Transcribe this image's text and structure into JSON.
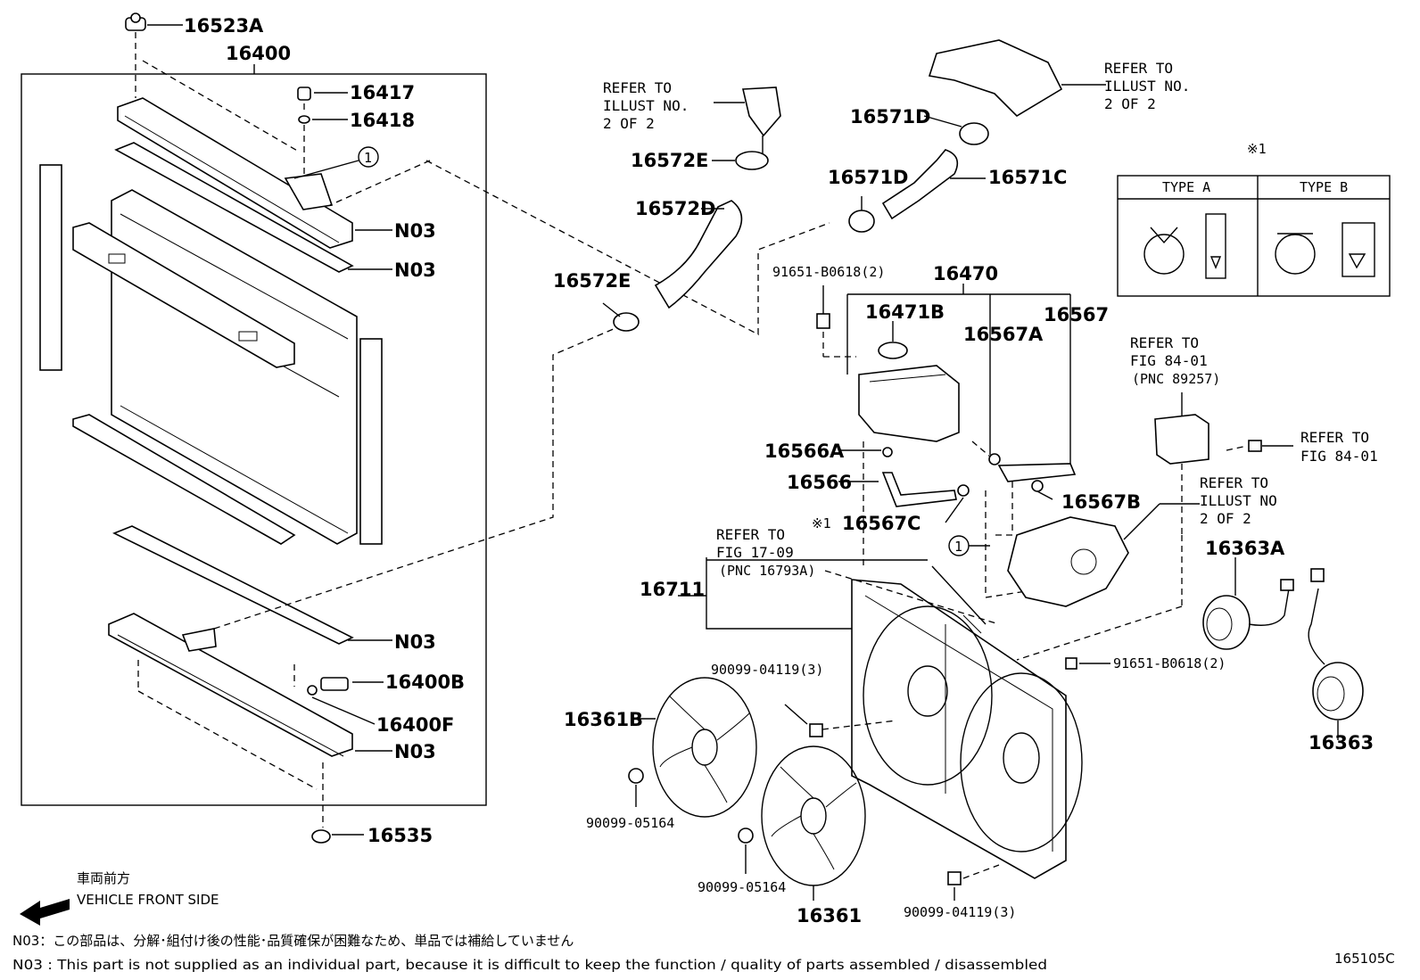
{
  "labels": {
    "p16523A": "16523A",
    "p16400": "16400",
    "p16417": "16417",
    "p16418": "16418",
    "n03a": "N03",
    "n03b": "N03",
    "n03c": "N03",
    "n03d": "N03",
    "p16400B": "16400B",
    "p16400F": "16400F",
    "p16535": "16535",
    "p16572E_top": "16572E",
    "p16572D": "16572D",
    "p16572E_mid": "16572E",
    "p16571D_top": "16571D",
    "p16571D_mid": "16571D",
    "p16571C": "16571C",
    "p91651_top": "91651-B0618(2)",
    "p16470": "16470",
    "p16471B": "16471B",
    "p16567A": "16567A",
    "p16567": "16567",
    "p16566A": "16566A",
    "p16566": "16566",
    "p16567C": "16567C",
    "p16567B": "16567B",
    "p16711": "16711",
    "p16363A": "16363A",
    "p16363": "16363",
    "p91651_right": "91651-B0618(2)",
    "p90099_04119_top": "90099-04119(3)",
    "p16361B": "16361B",
    "p90099_05164_left": "90099-05164",
    "p90099_05164_mid": "90099-05164",
    "p16361": "16361",
    "p90099_04119_bottom": "90099-04119(3)",
    "callout_1": "1",
    "callout_2": "1"
  },
  "refs": {
    "illust_left": [
      "REFER TO",
      "ILLUST NO.",
      "2 OF 2"
    ],
    "illust_right": [
      "REFER TO",
      "ILLUST NO.",
      "2 OF 2"
    ],
    "fig_84_box": [
      "REFER TO",
      "FIG 84-01",
      "(PNC 89257)"
    ],
    "fig_84_right": [
      "REFER TO",
      "FIG 84-01"
    ],
    "illust_mid": [
      "REFER TO",
      "ILLUST NO",
      "2 OF 2"
    ],
    "fig_17": [
      "REFER TO",
      "FIG 17-09",
      "(PNC 16793A)"
    ]
  },
  "marks": {
    "kome1_table": "※1",
    "kome1_label": "※1"
  },
  "type_table": {
    "type_a": "TYPE A",
    "type_b": "TYPE B"
  },
  "front": {
    "jp": "車両前方",
    "en": "VEHICLE FRONT SIDE"
  },
  "notes": {
    "jp": "N03：この部品は、分解･組付け後の性能･品質確保が困難なため、単品では補給していません",
    "en": "N03 : This part is not supplied as an individual part, because it is difficult to keep the function / quality of parts assembled / disassembled"
  },
  "figure_id": "165105C"
}
